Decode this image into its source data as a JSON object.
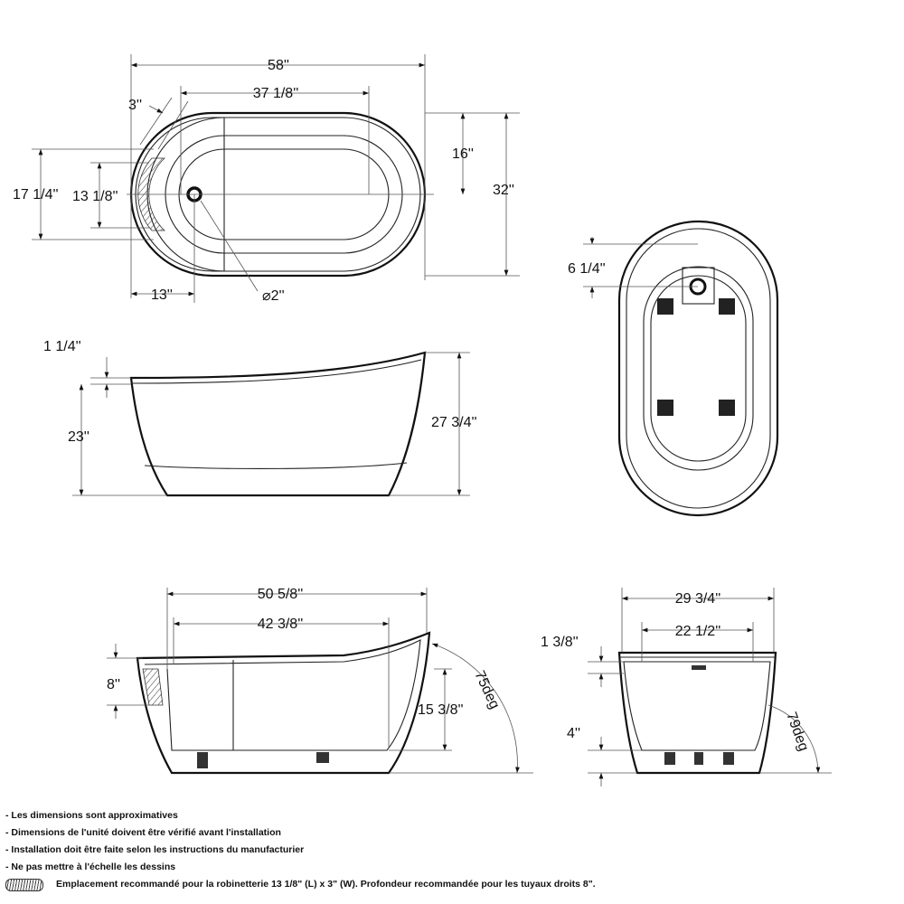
{
  "top_view": {
    "overall_length": "58''",
    "interior_length": "37 1/8''",
    "rim_width": "3''",
    "half_width": "16''",
    "overall_width": "32''",
    "faucet_zone_outer": "17 1/4''",
    "faucet_zone_inner": "13 1/8''",
    "drain_offset": "13''",
    "drain_diameter": "⌀2''"
  },
  "side_view": {
    "rim_slope": "1 1/4''",
    "low_height": "23''",
    "high_height": "27 3/4''"
  },
  "underside_view": {
    "drain_to_edge": "6 1/4''"
  },
  "section_long": {
    "outer_length": "50 5/8''",
    "inner_length": "42 3/8''",
    "faucet_depth": "8''",
    "water_depth": "15 3/8''",
    "wall_angle": "75deg"
  },
  "section_short": {
    "outer_width": "29 3/4''",
    "inner_width": "22 1/2''",
    "rim_height": "1 3/8''",
    "base_height": "4''",
    "wall_angle": "79deg"
  },
  "notes": [
    "- Les dimensions sont approximatives",
    "- Dimensions de l'unité doivent être vérifié avant l'installation",
    "- Installation doit être faite selon les instructions du manufacturier",
    "- Ne pas mettre à l'échelle les dessins"
  ],
  "legend_text": "Emplacement recommandé pour la robinetterie 13 1/8\" (L) x 3\" (W). Profondeur recommandée pour les tuyaux droits 8\"."
}
